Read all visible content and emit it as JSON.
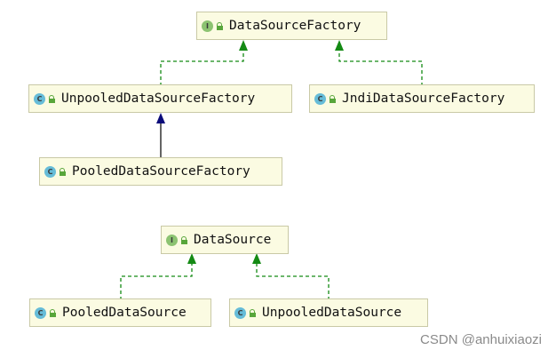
{
  "diagram": {
    "upper_group": {
      "interface": {
        "name": "DataSourceFactory",
        "badge": "I"
      },
      "unpooled_factory": {
        "name": "UnpooledDataSourceFactory",
        "badge": "C"
      },
      "jndi_factory": {
        "name": "JndiDataSourceFactory",
        "badge": "C"
      },
      "pooled_factory": {
        "name": "PooledDataSourceFactory",
        "badge": "C"
      }
    },
    "lower_group": {
      "interface": {
        "name": "DataSource",
        "badge": "I"
      },
      "pooled": {
        "name": "PooledDataSource",
        "badge": "C"
      },
      "unpooled": {
        "name": "UnpooledDataSource",
        "badge": "C"
      }
    },
    "relations": [
      {
        "from": "UnpooledDataSourceFactory",
        "to": "DataSourceFactory",
        "kind": "implements"
      },
      {
        "from": "JndiDataSourceFactory",
        "to": "DataSourceFactory",
        "kind": "implements"
      },
      {
        "from": "PooledDataSourceFactory",
        "to": "UnpooledDataSourceFactory",
        "kind": "extends"
      },
      {
        "from": "PooledDataSource",
        "to": "DataSource",
        "kind": "implements"
      },
      {
        "from": "UnpooledDataSource",
        "to": "DataSource",
        "kind": "implements"
      }
    ]
  },
  "colors": {
    "implements_edge": "#148a14",
    "extends_edge": "#0b0b7a",
    "node_fill": "#fbfbe2",
    "node_border": "#c9c9a6",
    "interface_badge": "#8cc371",
    "class_badge": "#66bcd8"
  },
  "icons": {
    "interface_badge": "circle-I-icon",
    "class_badge": "circle-C-icon",
    "visibility": "lock-icon"
  },
  "watermark": "CSDN @anhuixiaozi"
}
